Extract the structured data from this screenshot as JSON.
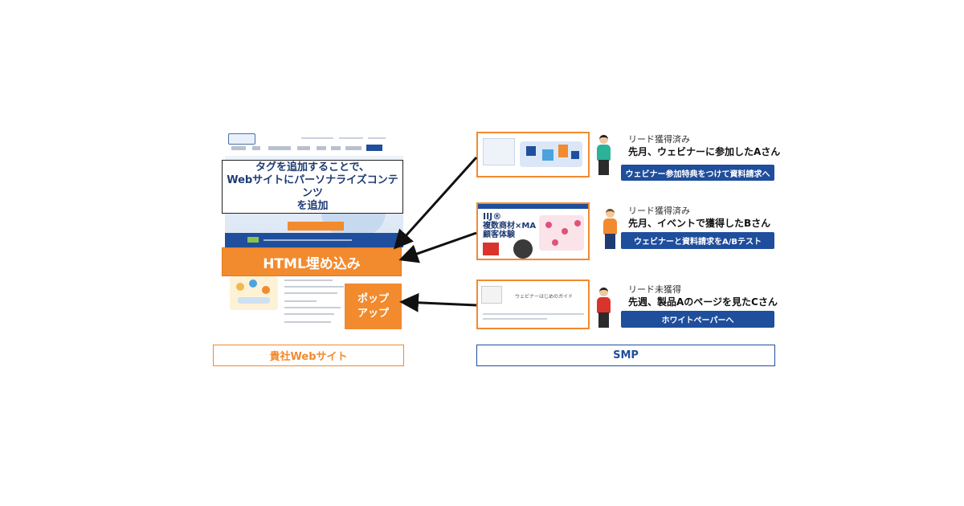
{
  "website": {
    "tag_box_lines": [
      "タグを追加することで、",
      "Webサイトにパーソナライズコンテンツ",
      "を追加"
    ],
    "html_embed_label": "HTML埋め込み",
    "popup_lines": [
      "ポップ",
      "アップ"
    ],
    "label": "貴社Webサイト"
  },
  "smp": {
    "label": "SMP",
    "thumb2_headline": [
      "IIJ®",
      "複数商材×MA",
      "顧客体験"
    ],
    "thumb3_text": "ウェビナーはじめのガイド",
    "leads": [
      {
        "status": "リード獲得済み",
        "description": "先月、ウェビナーに参加したAさん",
        "action": "ウェビナー参加特典をつけて資料請求へ",
        "figure_colors": {
          "head": "#f0c8a0",
          "hair": "#222222",
          "body": "#2bb39a",
          "legs": "#2b2b2b"
        }
      },
      {
        "status": "リード獲得済み",
        "description": "先月、イベントで獲得したBさん",
        "action": "ウェビナーと資料請求をA/Bテスト",
        "figure_colors": {
          "head": "#f0c8a0",
          "hair": "#7a4a1e",
          "body": "#f28a2e",
          "legs": "#1f3b73"
        }
      },
      {
        "status": "リード未獲得",
        "description": "先週、製品Aのページを見たCさん",
        "action": "ホワイトペーパーへ",
        "figure_colors": {
          "head": "#f0c8a0",
          "hair": "#222222",
          "body": "#d9342b",
          "legs": "#2b2b2b"
        }
      }
    ]
  },
  "colors": {
    "orange": "#f28a2e",
    "blue": "#1f4e9c",
    "arrow": "#111111"
  }
}
